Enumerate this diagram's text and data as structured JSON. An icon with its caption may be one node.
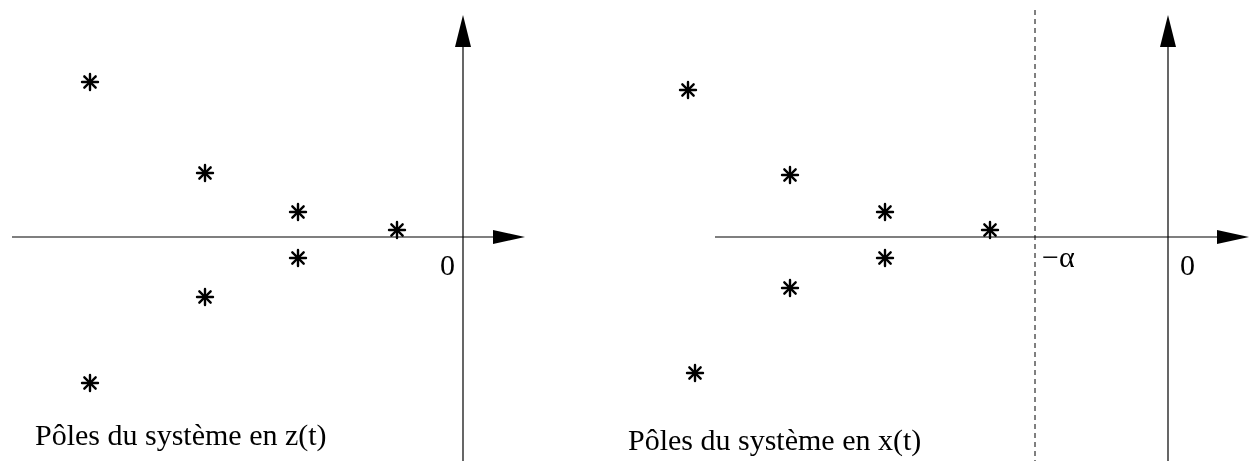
{
  "diagram": {
    "labels": [
      "0",
      "Pôles du système en z(t)",
      "−α",
      "0",
      "Pôles du système en x(t)"
    ]
  }
}
